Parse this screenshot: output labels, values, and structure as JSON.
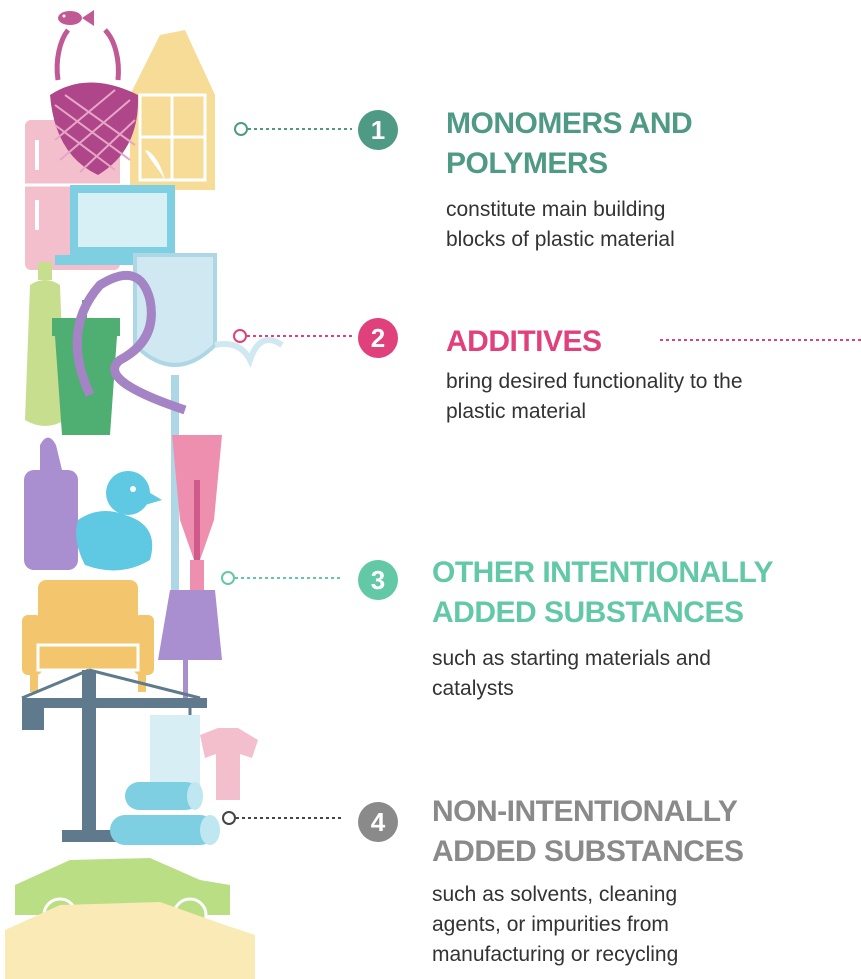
{
  "items": [
    {
      "number": "1",
      "title_lines": [
        "MONOMERS AND",
        "POLYMERS"
      ],
      "desc_lines": [
        "constitute main building",
        "blocks of plastic material"
      ],
      "color": "#4f9a84"
    },
    {
      "number": "2",
      "title_lines": [
        "ADDITIVES"
      ],
      "desc_lines": [
        "bring desired functionality to the",
        "plastic material"
      ],
      "color": "#e0407c"
    },
    {
      "number": "3",
      "title_lines": [
        "OTHER INTENTIONALLY",
        "ADDED SUBSTANCES"
      ],
      "desc_lines": [
        "such as starting materials and",
        "catalysts"
      ],
      "color": "#62c8a6"
    },
    {
      "number": "4",
      "title_lines": [
        "NON-INTENTIONALLY",
        "ADDED SUBSTANCES"
      ],
      "desc_lines": [
        "such as solvents, cleaning",
        "agents, or impurities from",
        "manufacturing or recycling"
      ],
      "color": "#8a8a8a"
    }
  ],
  "illustration_icons": [
    "fish-icon",
    "net-bag-icon",
    "greenhouse-icon",
    "fridge-icon",
    "laptop-icon",
    "bottle-icon",
    "cup-icon",
    "iv-bag-icon",
    "tube-icon",
    "baby-bottle-icon",
    "rubber-duck-icon",
    "hand-blender-icon",
    "lamp-icon",
    "armchair-icon",
    "crane-icon",
    "tshirt-icon",
    "pipes-icon",
    "car-icon"
  ]
}
